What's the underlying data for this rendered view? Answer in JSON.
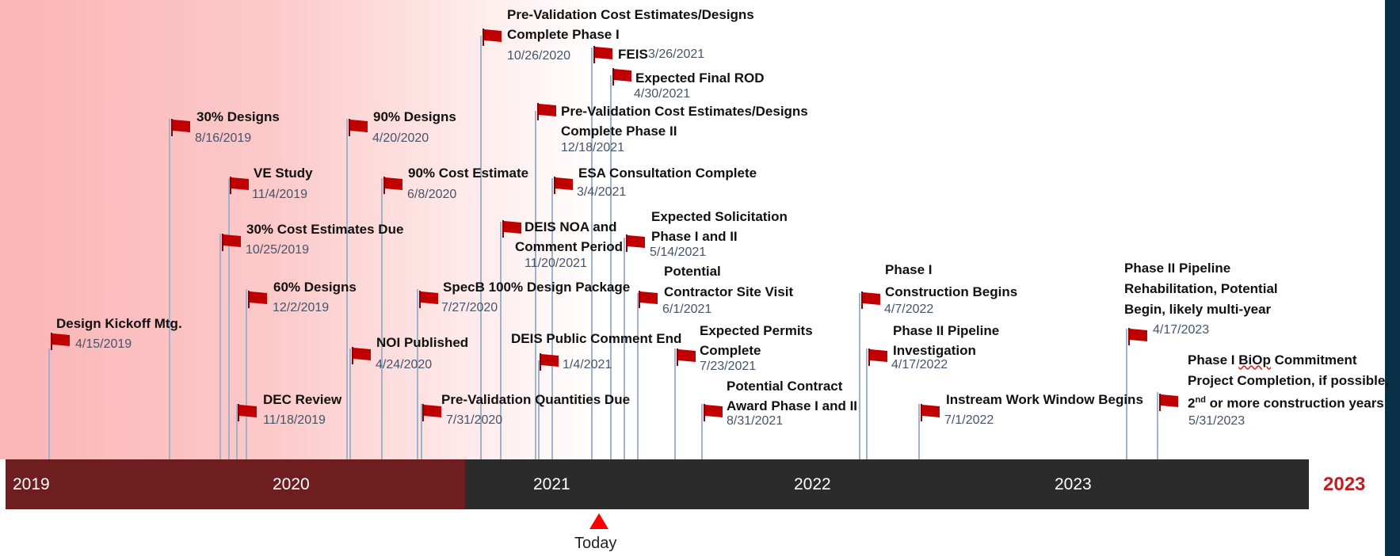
{
  "timeline": {
    "years": [
      "2019",
      "2020",
      "2021",
      "2022",
      "2023"
    ],
    "end_year": "2023",
    "today_label": "Today",
    "colors": {
      "past": "#6e1e1e",
      "future": "#2b2b2b",
      "flag": "#c00000",
      "end_year": "#c31d22"
    }
  },
  "milestones": [
    {
      "title": "Design Kickoff Mtg.",
      "date": "4/15/2019"
    },
    {
      "title": "30% Designs",
      "date": "8/16/2019"
    },
    {
      "title": "VE Study",
      "date": "11/4/2019"
    },
    {
      "title": "30% Cost Estimates Due",
      "date": "10/25/2019"
    },
    {
      "title": "60% Designs",
      "date": "12/2/2019"
    },
    {
      "title": "DEC Review",
      "date": "11/18/2019"
    },
    {
      "title": "90% Designs",
      "date": "4/20/2020"
    },
    {
      "title": "90% Cost Estimate",
      "date": "6/8/2020"
    },
    {
      "title": "NOI Published",
      "date": "4/24/2020"
    },
    {
      "title": "SpecB 100% Design Package",
      "date": "7/27/2020"
    },
    {
      "title": "Pre-Validation Quantities Due",
      "date": "7/31/2020"
    },
    {
      "title": "Pre-Validation Cost Estimates/Designs",
      "title2": "Complete Phase I",
      "date": "10/26/2020"
    },
    {
      "title": "DEIS NOA and",
      "title2": "Comment Period",
      "date": "11/20/2021"
    },
    {
      "title": "Pre-Validation Cost Estimates/Designs",
      "title2": "Complete Phase II",
      "date": "12/18/2021"
    },
    {
      "title": "DEIS Public Comment End",
      "date": "1/4/2021"
    },
    {
      "title": "ESA Consultation Complete",
      "date": "3/4/2021"
    },
    {
      "title": "FEIS",
      "date": "3/26/2021"
    },
    {
      "title": "Expected Final ROD",
      "date": "4/30/2021"
    },
    {
      "title": "Expected Solicitation",
      "title2": "Phase I and II",
      "date": "5/14/2021"
    },
    {
      "title": "Potential",
      "title2": "Contractor Site Visit",
      "date": "6/1/2021"
    },
    {
      "title": "Expected Permits",
      "title2": "Complete",
      "date": "7/23/2021"
    },
    {
      "title": "Potential Contract",
      "title2": "Award Phase I and II",
      "date": "8/31/2021"
    },
    {
      "title": "Phase I",
      "title2": "Construction Begins",
      "date": "4/7/2022"
    },
    {
      "title": "Phase II Pipeline",
      "title2": "Investigation",
      "date": "4/17/2022"
    },
    {
      "title": "Instream Work Window Begins",
      "date": "7/1/2022"
    },
    {
      "title": "Phase II Pipeline",
      "title2": "Rehabilitation, Potential",
      "title3": "Begin, likely multi-year",
      "date": "4/17/2023"
    },
    {
      "title": "Phase I BiOp Commitment",
      "title2": "Project Completion, if possible,",
      "title3": "2nd or more construction years",
      "date": "5/31/2023"
    }
  ]
}
